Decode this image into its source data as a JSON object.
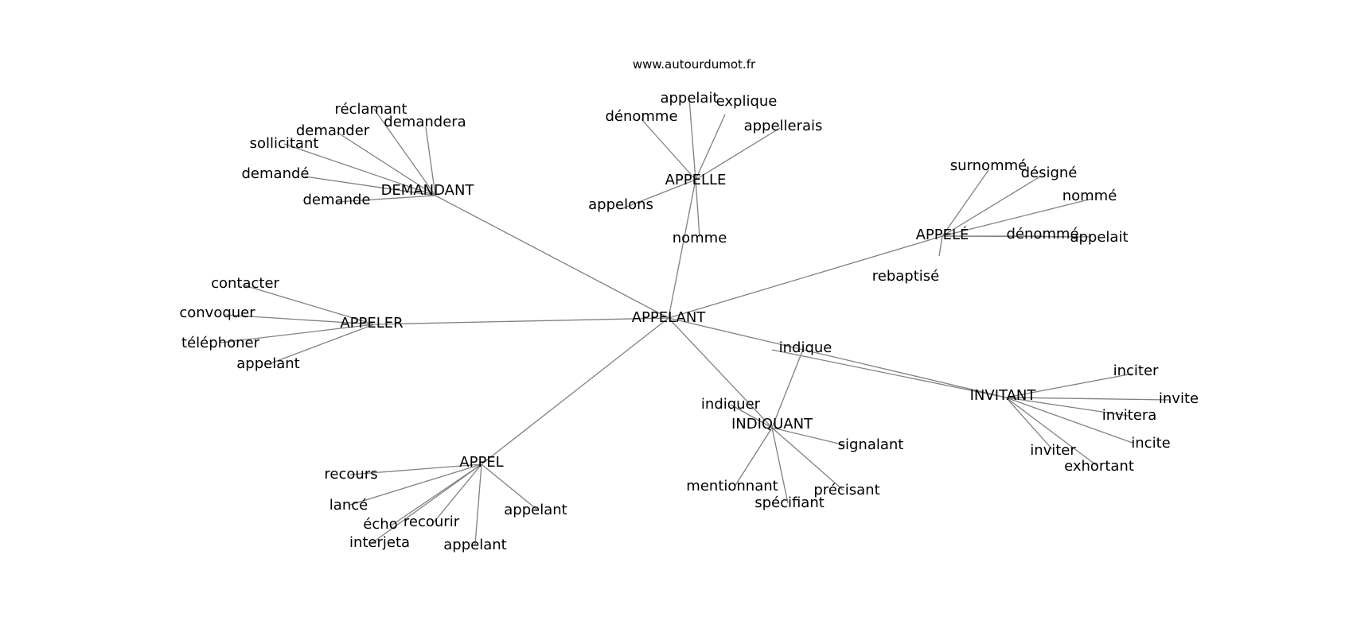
{
  "site": "www.autourdumot.fr",
  "graph": {
    "edge_color": "#808080",
    "text_color": "#000000",
    "center": "APPELANT",
    "hubs": [
      {
        "id": "DEMANDANT",
        "label": "DEMANDANT",
        "words": [
          "réclamant",
          "demandera",
          "demander",
          "sollicitant",
          "demandé",
          "demande"
        ]
      },
      {
        "id": "APPELLE",
        "label": "APPELLE",
        "words": [
          "appelait",
          "explique",
          "dénomme",
          "appellerais",
          "appelons",
          "nomme"
        ]
      },
      {
        "id": "APPELE",
        "label": "APPELÉ",
        "words": [
          "surnommé",
          "désigné",
          "nommé",
          "dénommé",
          "appelait",
          "rebaptisé"
        ]
      },
      {
        "id": "APPELER",
        "label": "APPELER",
        "words": [
          "contacter",
          "convoquer",
          "téléphoner",
          "appelant"
        ]
      },
      {
        "id": "APPEL",
        "label": "APPEL",
        "words": [
          "recours",
          "lancé",
          "écho",
          "recourir",
          "appelant",
          "interjeta",
          "appelant"
        ]
      },
      {
        "id": "INDIQUANT",
        "label": "INDIQUANT",
        "words": [
          "indiquer",
          "indique",
          "signalant",
          "mentionnant",
          "spécifiant",
          "précisant"
        ]
      },
      {
        "id": "INVITANT",
        "label": "INVITANT",
        "words": [
          "indique",
          "inciter",
          "invite",
          "invitera",
          "incite",
          "inviter",
          "exhortant"
        ]
      }
    ]
  }
}
